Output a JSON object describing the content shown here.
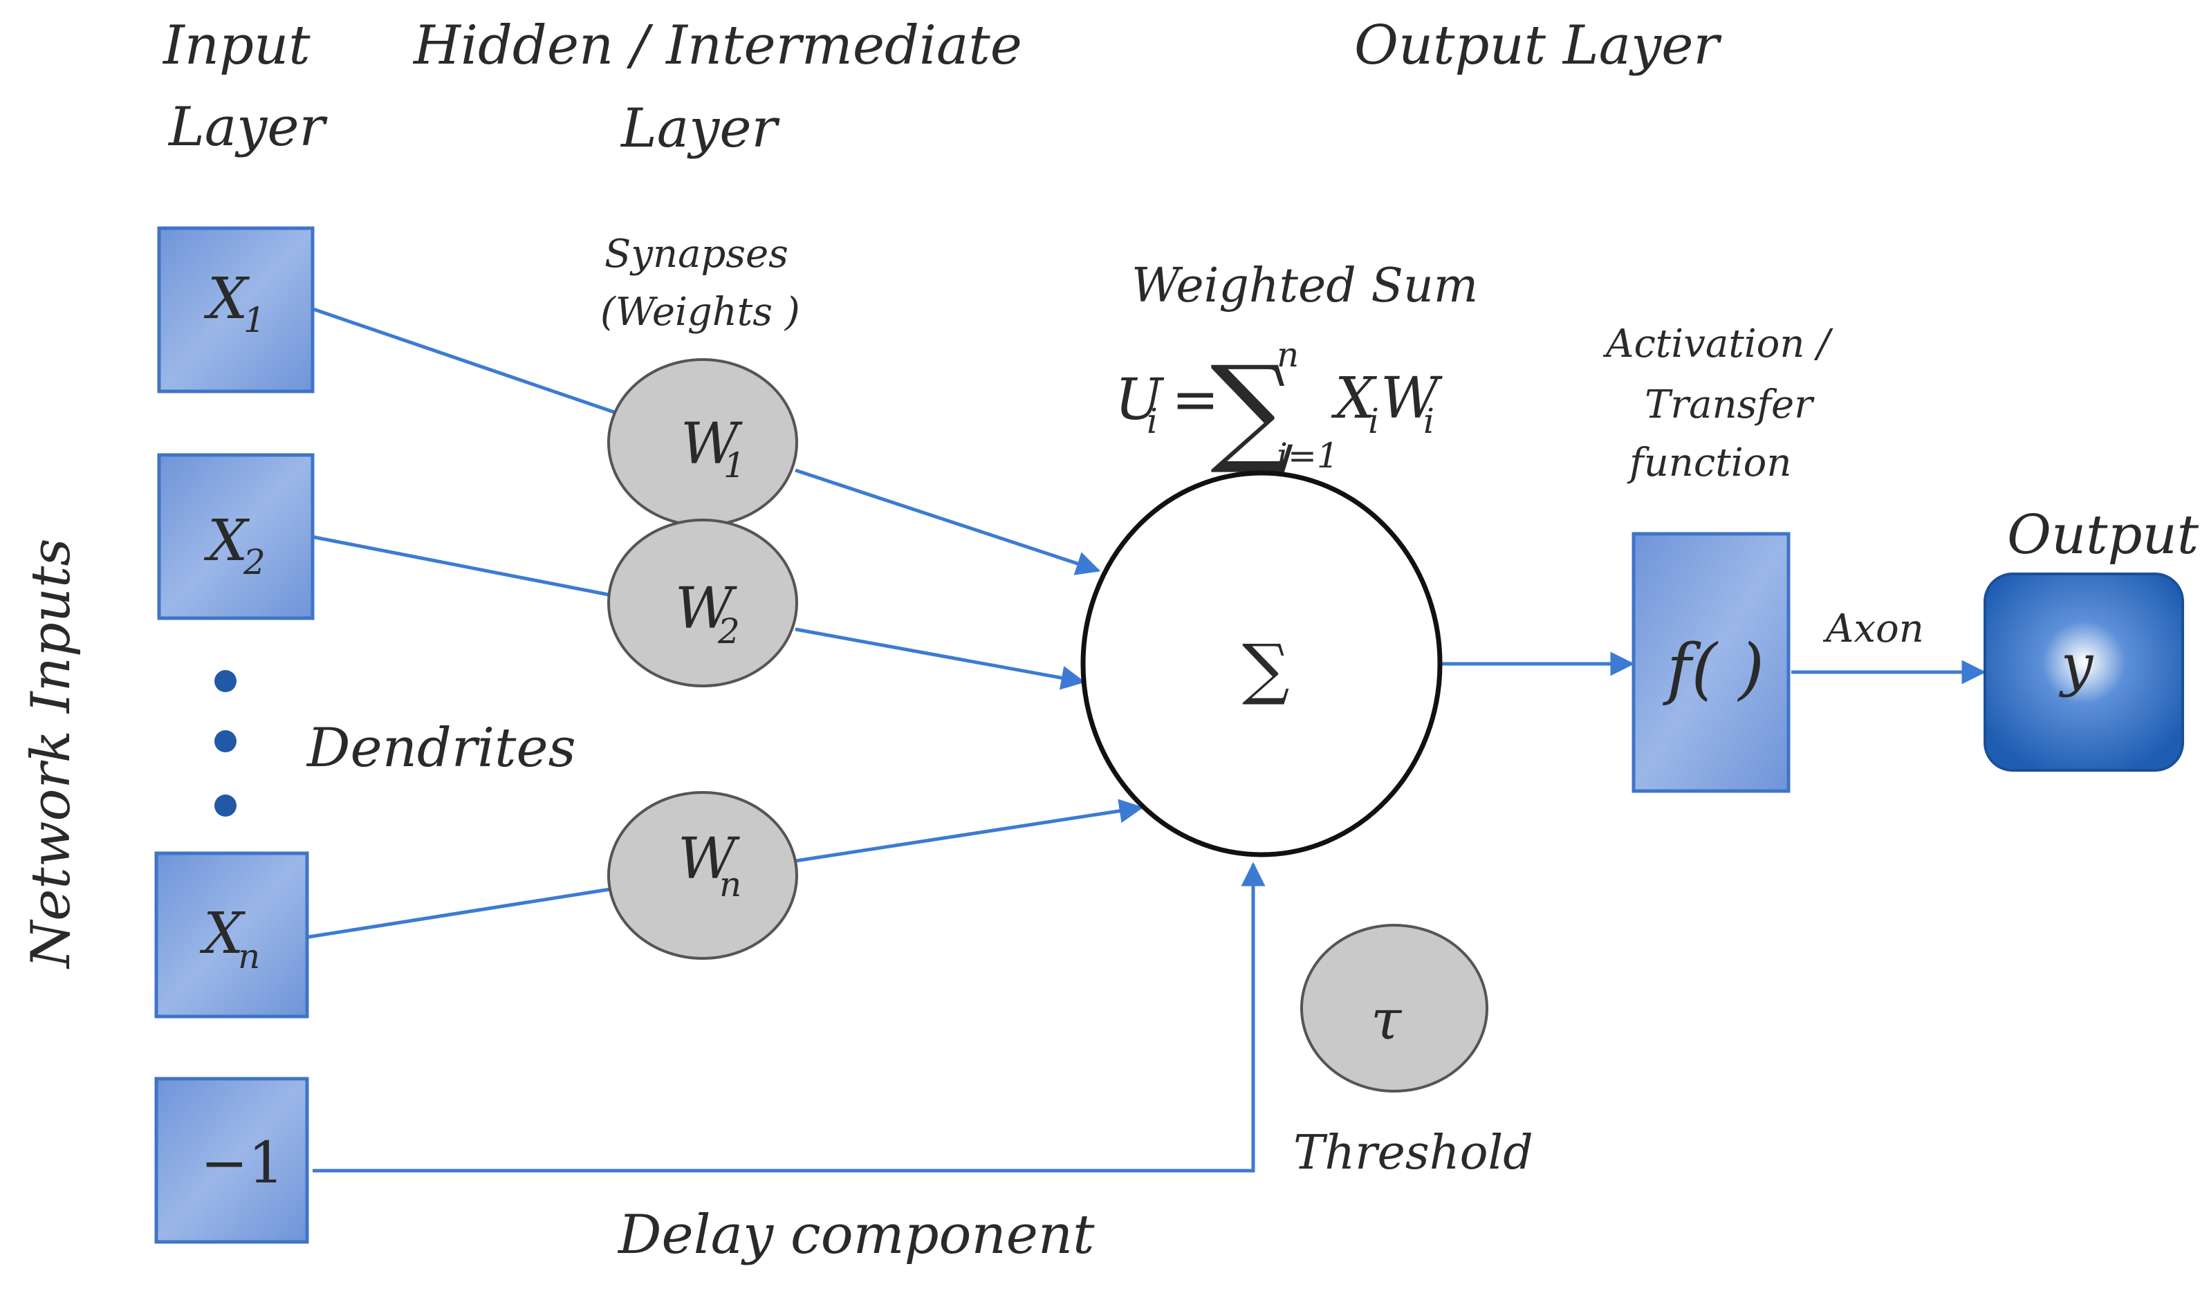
{
  "headers": {
    "input_layer": [
      "Input",
      "Layer"
    ],
    "hidden_layer": [
      "Hidden / Intermediate",
      "Layer"
    ],
    "output_layer": "Output Layer"
  },
  "side_label": "Network Inputs",
  "inputs": [
    {
      "symbol": "X",
      "subscript": "1"
    },
    {
      "symbol": "X",
      "subscript": "2"
    },
    {
      "symbol": "X",
      "subscript": "n"
    }
  ],
  "bias_input": "−1",
  "synapses_label": [
    "Synapses",
    "(Weights )"
  ],
  "weights": [
    {
      "symbol": "W",
      "subscript": "1"
    },
    {
      "symbol": "W",
      "subscript": "2"
    },
    {
      "symbol": "W",
      "subscript": "n"
    }
  ],
  "dendrites_label": "Dendrites",
  "weighted_sum": {
    "title": "Weighted Sum",
    "lhs": "U",
    "lhs_sub": "i",
    "equals": "=",
    "sigma": "∑",
    "upper": "n",
    "lower": "i=1",
    "term_x": "X",
    "term_x_sub": "i",
    "term_w": "W",
    "term_w_sub": "i"
  },
  "summation_symbol": "∑",
  "activation_label": [
    "Activation /",
    "Transfer",
    "function"
  ],
  "activation_box": "f( )",
  "axon_label": "Axon",
  "output_label": "Output",
  "output_value": "y",
  "threshold_symbol": "τ",
  "threshold_label": "Threshold",
  "delay_label": "Delay component",
  "colors": {
    "box_fill": "#7d9fdc",
    "box_stroke": "#3f74c7",
    "edge": "#3c7bd4",
    "output_fill": "#2563b8",
    "weight_fill": "#c9c9c9",
    "dots": "#2259a6"
  }
}
